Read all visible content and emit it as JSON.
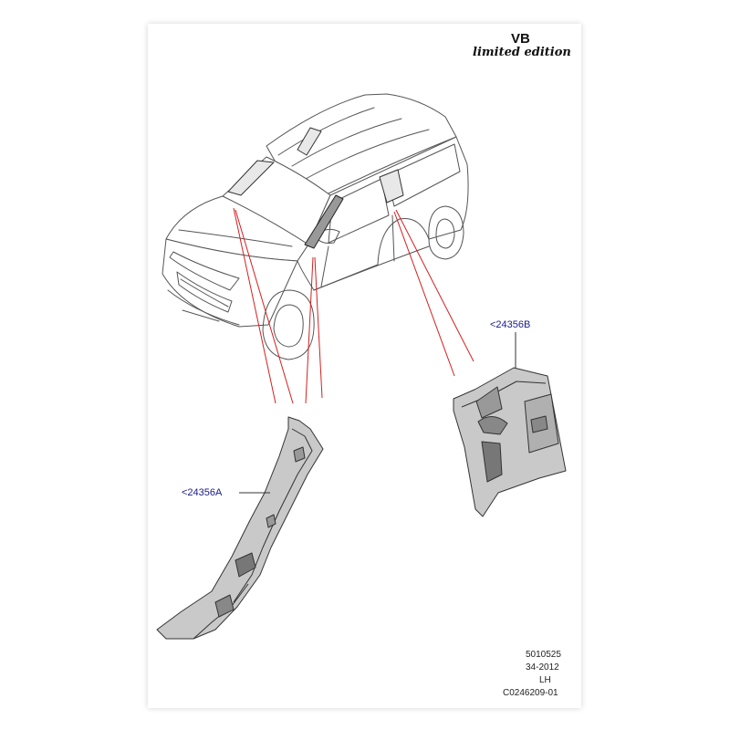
{
  "header": {
    "model": "VB",
    "edition": "limited edition"
  },
  "callouts": [
    {
      "id": "a",
      "label": "<24356A"
    },
    {
      "id": "b",
      "label": "<24356B"
    }
  ],
  "footer": {
    "part_number": "5010525",
    "date": "34-2012",
    "side": "LH",
    "illustration_id": "C0246209-01"
  },
  "colors": {
    "leader": "#d42020",
    "callout": "#1a1a8c",
    "line": "#444444"
  }
}
